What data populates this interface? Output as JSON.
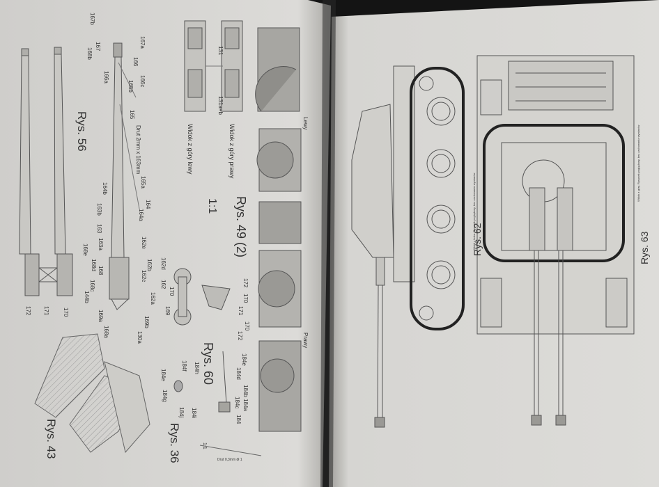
{
  "left_page": {
    "headings": {
      "rys56": "Rys. 56",
      "rys49": "Rys. 49 (2)",
      "scale": "1:1",
      "rys60": "Rys. 60",
      "rys36": "Rys. 36",
      "rys43": "Rys. 43"
    },
    "captions": {
      "view_right": "Widok z góry prawy",
      "view_left": "Widok z góry lewy",
      "left_side": "Lewy",
      "right_side": "Prawy",
      "wire1": "Drut 2mm x 163mm",
      "wire2": "Drut 0,3mm dł 1",
      "scale2": "1:1"
    },
    "part_numbers": {
      "p167b": "167b",
      "p167a": "167a",
      "p166": "166",
      "p166c": "166c",
      "p167": "167",
      "p165b": "165b",
      "p168b": "168b",
      "p165": "165",
      "p166a": "166a",
      "p165a": "165a",
      "p164b": "164b",
      "p164": "164",
      "p164a": "164a",
      "p163b": "163b",
      "p163": "163",
      "p163a": "163a",
      "p162e": "162e",
      "p168c": "168c",
      "p168d": "168d",
      "p168": "168",
      "p162b": "162b",
      "p162d": "162d",
      "p162c": "162c",
      "p162": "162",
      "p162a": "162a",
      "p168e": "168e",
      "p144b": "144b",
      "p169a": "169a",
      "p169": "169",
      "p169b": "169b",
      "p168a": "168a",
      "p130a": "130a",
      "p131": "131",
      "p131ab": "131a+b",
      "p170": "170",
      "p171": "171",
      "p172": "172",
      "p184": "184",
      "p184a": "184a",
      "p184b": "184b",
      "p184c": "184c",
      "p184d": "184d",
      "p184e": "184e",
      "p184f": "184f",
      "p184g": "184g",
      "p184h": "184h",
      "p184i": "184i",
      "p184j": "184j"
    }
  },
  "right_page": {
    "headings": {
      "rys62": "Rys. 62",
      "rys63": "Rys. 63"
    },
    "notes": {
      "note62": "Widok z boku. Rysunek poglądowy, bez zachowania wymiarów",
      "note63": "Widok z góry. Rysunek poglądowy, bez zachowania wymiarów"
    }
  },
  "colors": {
    "paper": "#dcdbd8",
    "paper_shade": "#bdbcb8",
    "ink": "#3a3a3a",
    "background": "#111111"
  }
}
